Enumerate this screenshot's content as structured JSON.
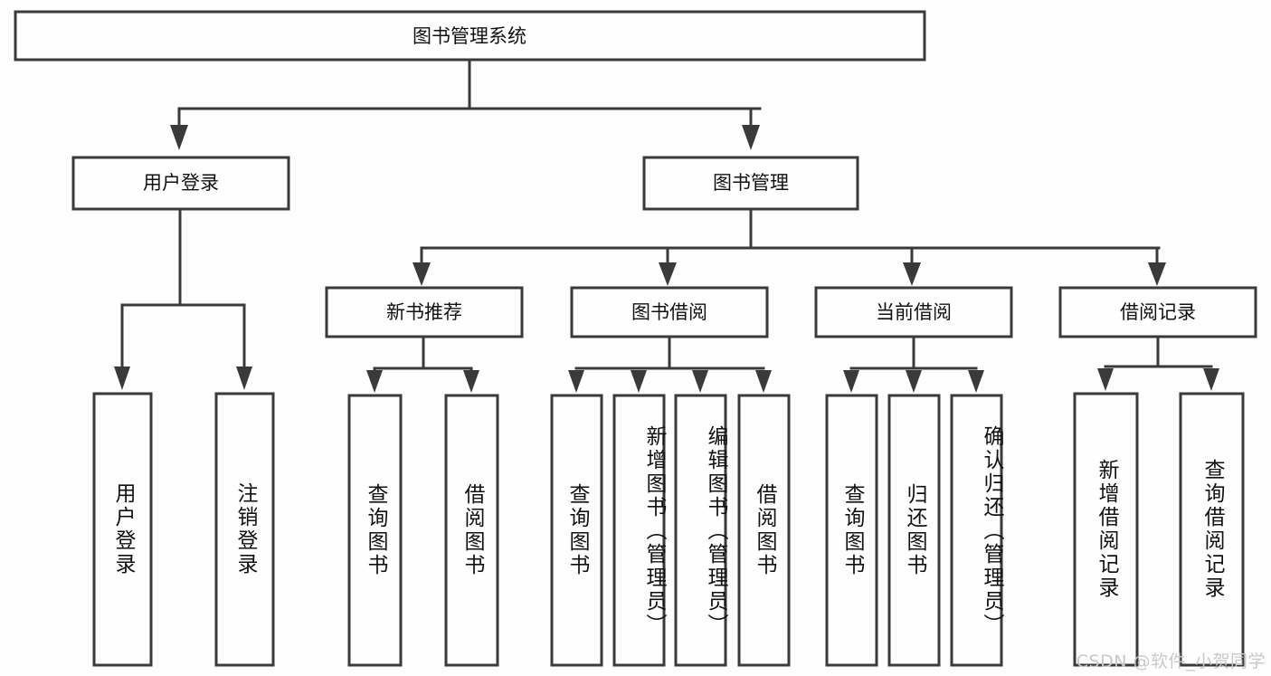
{
  "diagram": {
    "type": "tree",
    "title": "图书管理系统",
    "watermark": "CSDN @软件_小贺同学",
    "colors": {
      "background": "#fefefe",
      "stroke": "#3a3a3a",
      "box_fill": "#fefefe",
      "text": "#111111",
      "watermark": "#c9c9c9"
    },
    "root": {
      "label": "图书管理系统",
      "orientation": "horizontal"
    },
    "level2": [
      {
        "label": "用户登录",
        "orientation": "horizontal"
      },
      {
        "label": "图书管理",
        "orientation": "horizontal"
      }
    ],
    "level3": [
      {
        "label": "新书推荐",
        "orientation": "horizontal"
      },
      {
        "label": "图书借阅",
        "orientation": "horizontal"
      },
      {
        "label": "当前借阅",
        "orientation": "horizontal"
      },
      {
        "label": "借阅记录",
        "orientation": "horizontal"
      }
    ],
    "leaves": {
      "user_login": [
        {
          "label": "用户登录",
          "orientation": "vertical"
        },
        {
          "label": "注销登录",
          "orientation": "vertical"
        }
      ],
      "new_book_recommend": [
        {
          "label": "查询图书",
          "orientation": "vertical"
        },
        {
          "label": "借阅图书",
          "orientation": "vertical"
        }
      ],
      "book_borrow": [
        {
          "label": "查询图书",
          "orientation": "vertical"
        },
        {
          "label": "新增图书（管理员）",
          "orientation": "vertical"
        },
        {
          "label": "编辑图书（管理员）",
          "orientation": "vertical"
        },
        {
          "label": "借阅图书",
          "orientation": "vertical"
        }
      ],
      "current_borrow": [
        {
          "label": "查询图书",
          "orientation": "vertical"
        },
        {
          "label": "归还图书",
          "orientation": "vertical"
        },
        {
          "label": "确认归还（管理员）",
          "orientation": "vertical"
        }
      ],
      "borrow_record": [
        {
          "label": "新增借阅记录",
          "orientation": "vertical"
        },
        {
          "label": "查询借阅记录",
          "orientation": "vertical"
        }
      ]
    }
  }
}
